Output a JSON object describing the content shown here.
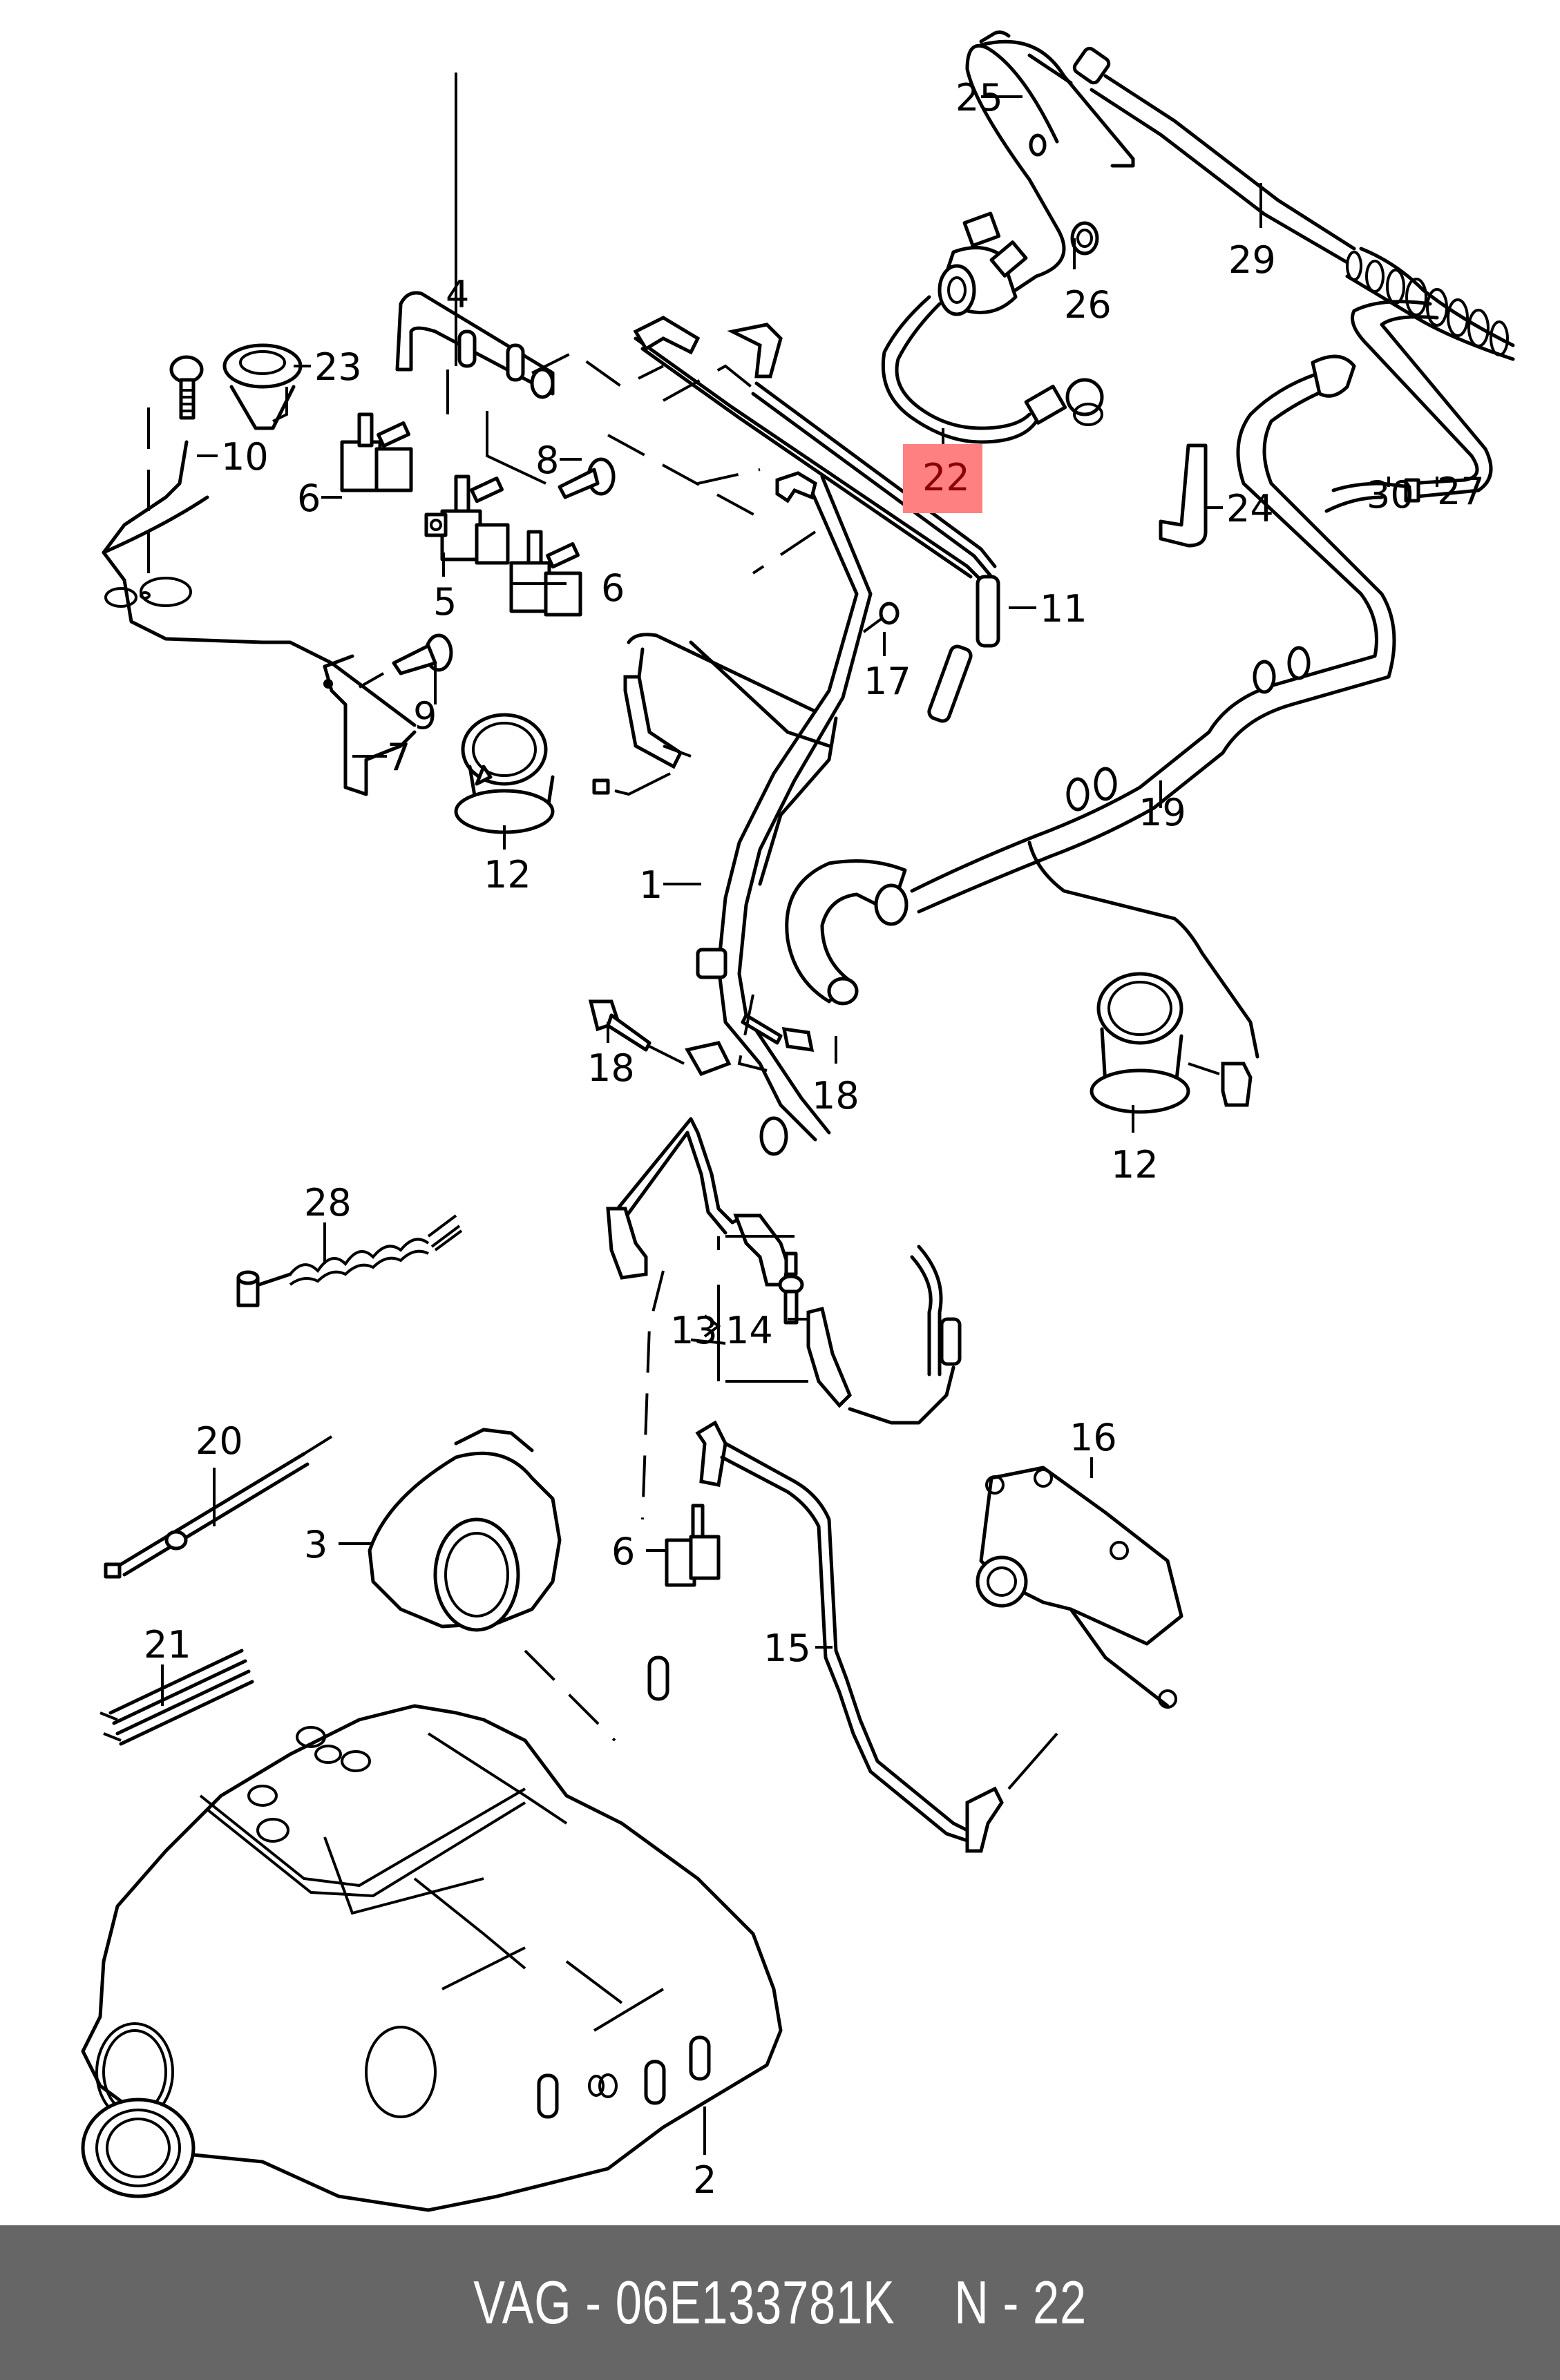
{
  "diagram": {
    "title": "Parts exploded view — intake / vacuum hoses",
    "highlight_color": "#ff8080",
    "highlight_text_color": "#8b0000",
    "highlighted_part": "22",
    "callouts": [
      {
        "id": "c1",
        "label": "1"
      },
      {
        "id": "c2",
        "label": "2"
      },
      {
        "id": "c3",
        "label": "3"
      },
      {
        "id": "c4",
        "label": "4"
      },
      {
        "id": "c5",
        "label": "5"
      },
      {
        "id": "c6a",
        "label": "6"
      },
      {
        "id": "c6b",
        "label": "6"
      },
      {
        "id": "c6c",
        "label": "6"
      },
      {
        "id": "c7",
        "label": "7"
      },
      {
        "id": "c8",
        "label": "8"
      },
      {
        "id": "c9",
        "label": "9"
      },
      {
        "id": "c10",
        "label": "10"
      },
      {
        "id": "c11",
        "label": "11"
      },
      {
        "id": "c12a",
        "label": "12"
      },
      {
        "id": "c12b",
        "label": "12"
      },
      {
        "id": "c13",
        "label": "13"
      },
      {
        "id": "c14",
        "label": "14"
      },
      {
        "id": "c15",
        "label": "15"
      },
      {
        "id": "c16",
        "label": "16"
      },
      {
        "id": "c17",
        "label": "17"
      },
      {
        "id": "c18a",
        "label": "18"
      },
      {
        "id": "c18b",
        "label": "18"
      },
      {
        "id": "c19",
        "label": "19"
      },
      {
        "id": "c20",
        "label": "20"
      },
      {
        "id": "c21",
        "label": "21"
      },
      {
        "id": "c22",
        "label": "22"
      },
      {
        "id": "c23",
        "label": "23"
      },
      {
        "id": "c24",
        "label": "24"
      },
      {
        "id": "c25",
        "label": "25"
      },
      {
        "id": "c26",
        "label": "26"
      },
      {
        "id": "c27",
        "label": "27"
      },
      {
        "id": "c28",
        "label": "28"
      },
      {
        "id": "c29",
        "label": "29"
      },
      {
        "id": "c30",
        "label": "30"
      }
    ]
  },
  "footer": {
    "brand": "VAG",
    "separator": "-",
    "part_number": "06E133781K",
    "position_prefix": "N",
    "position_number": "22",
    "background_color": "#666666"
  }
}
